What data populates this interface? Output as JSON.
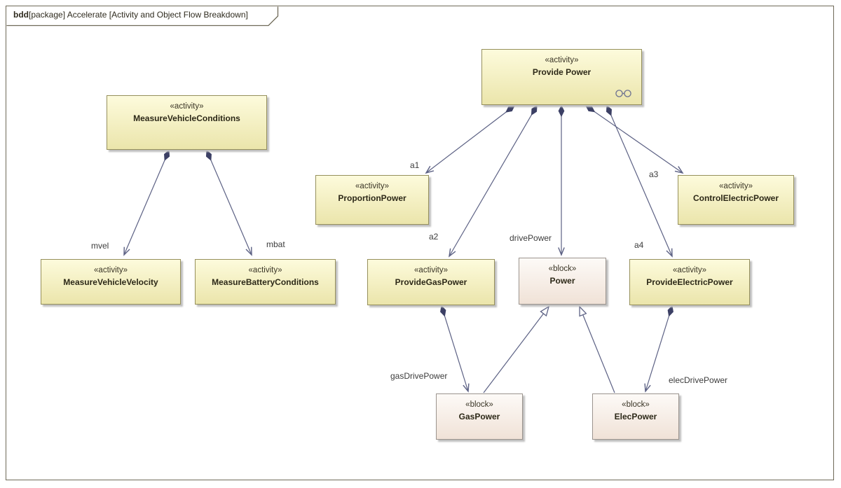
{
  "frame": {
    "keyword": "bdd",
    "title": "[package] Accelerate [Activity and Object Flow Breakdown]"
  },
  "nodes": {
    "providePower": {
      "stereotype": "«activity»",
      "name": "Provide Power"
    },
    "measureVehicleConditions": {
      "stereotype": "«activity»",
      "name": "MeasureVehicleConditions"
    },
    "proportionPower": {
      "stereotype": "«activity»",
      "name": "ProportionPower"
    },
    "controlElectricPower": {
      "stereotype": "«activity»",
      "name": "ControlElectricPower"
    },
    "measureVehicleVelocity": {
      "stereotype": "«activity»",
      "name": "MeasureVehicleVelocity"
    },
    "measureBatteryConditions": {
      "stereotype": "«activity»",
      "name": "MeasureBatteryConditions"
    },
    "provideGasPower": {
      "stereotype": "«activity»",
      "name": "ProvideGasPower"
    },
    "power": {
      "stereotype": "«block»",
      "name": "Power"
    },
    "provideElectricPower": {
      "stereotype": "«activity»",
      "name": "ProvideElectricPower"
    },
    "gasPower": {
      "stereotype": "«block»",
      "name": "GasPower"
    },
    "elecPower": {
      "stereotype": "«block»",
      "name": "ElecPower"
    }
  },
  "edge_labels": {
    "mvel": "mvel",
    "mbat": "mbat",
    "a1": "a1",
    "a2": "a2",
    "a3": "a3",
    "a4": "a4",
    "drivePower": "drivePower",
    "gasDrivePower": "gasDrivePower",
    "elecDrivePower": "elecDrivePower"
  },
  "icons": {
    "decomposition": "decomposition-indicator"
  },
  "colors": {
    "activity_fill_top": "#fdfbdc",
    "activity_fill_bottom": "#ebe5ab",
    "activity_border": "#96905c",
    "block_fill_top": "#fdfaf7",
    "block_fill_bottom": "#f0e2d7",
    "block_border": "#9b948e",
    "edge_line": "#5c6184",
    "composition_diamond": "#3c4065",
    "shadow": "#bfbfbf",
    "frame_border": "#6f6a58"
  }
}
